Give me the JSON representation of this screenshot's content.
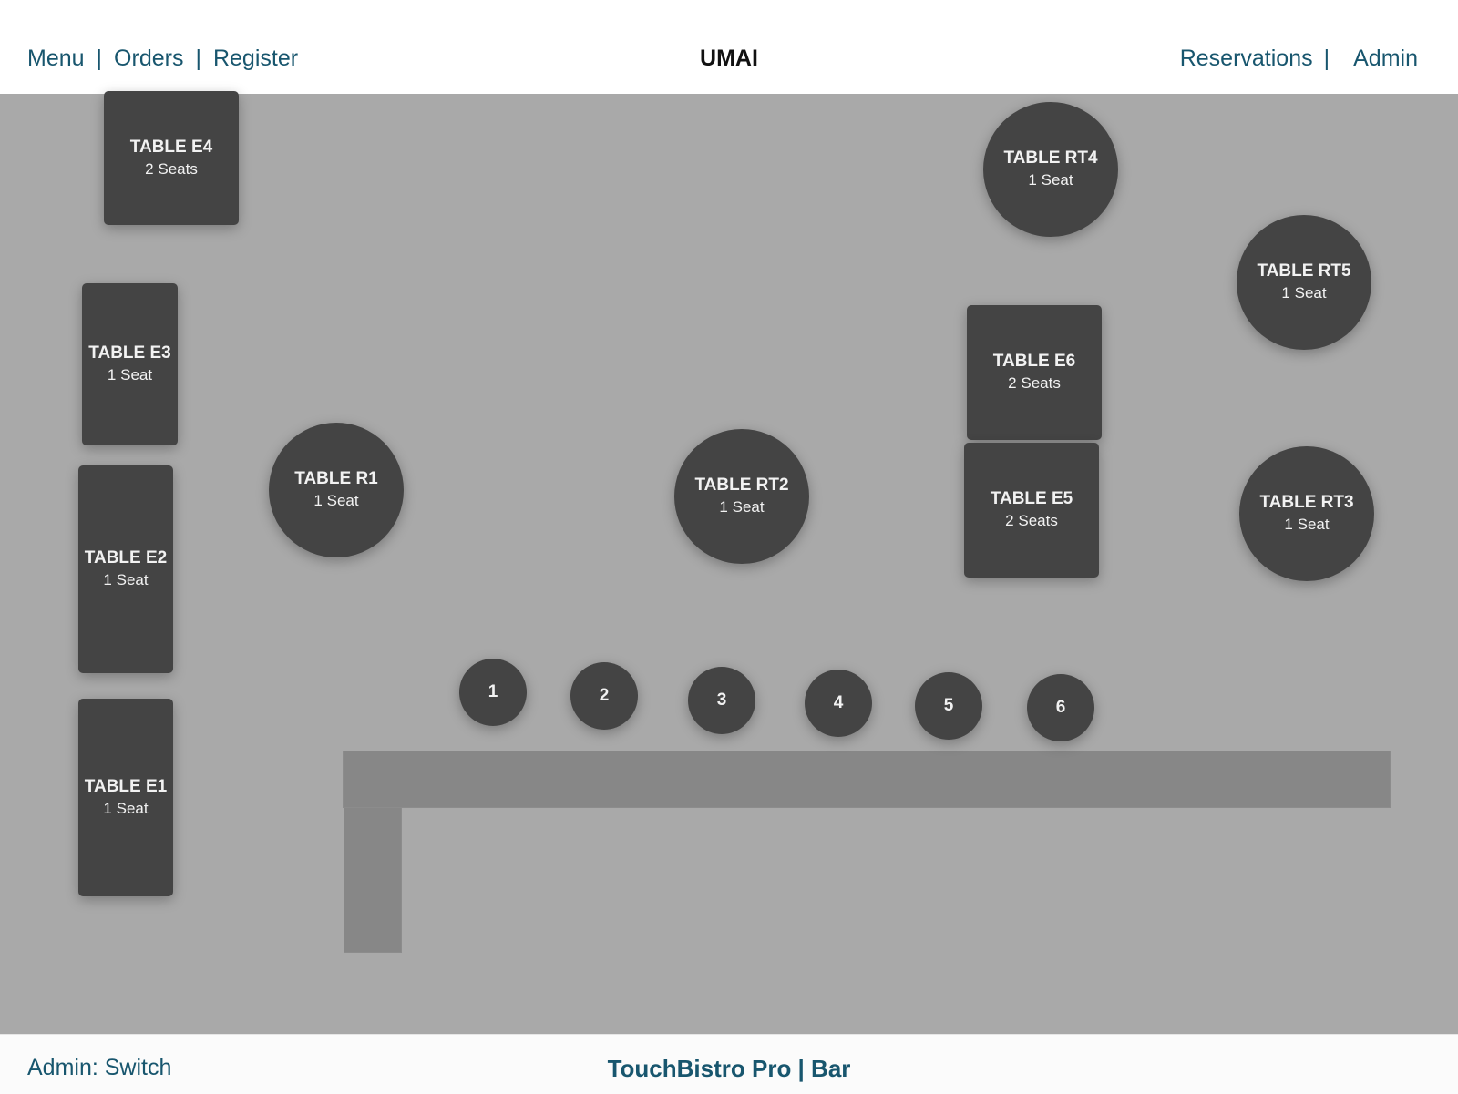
{
  "status": {
    "icon": "battery-charging-icon",
    "color": "#34c759"
  },
  "header": {
    "left_links": [
      "Menu",
      "Orders",
      "Register"
    ],
    "separator": "|",
    "title": "UMAI",
    "right_links": [
      "Reservations",
      "Admin"
    ]
  },
  "floor": {
    "tables": [
      {
        "name": "TABLE E4",
        "seats": "2 Seats",
        "shape": "rect"
      },
      {
        "name": "TABLE E3",
        "seats": "1 Seat",
        "shape": "rect"
      },
      {
        "name": "TABLE E2",
        "seats": "1 Seat",
        "shape": "rect"
      },
      {
        "name": "TABLE E1",
        "seats": "1 Seat",
        "shape": "rect"
      },
      {
        "name": "TABLE R1",
        "seats": "1 Seat",
        "shape": "round"
      },
      {
        "name": "TABLE RT2",
        "seats": "1 Seat",
        "shape": "round"
      },
      {
        "name": "TABLE RT4",
        "seats": "1 Seat",
        "shape": "round"
      },
      {
        "name": "TABLE E6",
        "seats": "2 Seats",
        "shape": "rect"
      },
      {
        "name": "TABLE E5",
        "seats": "2 Seats",
        "shape": "rect"
      },
      {
        "name": "TABLE RT5",
        "seats": "1 Seat",
        "shape": "round"
      },
      {
        "name": "TABLE RT3",
        "seats": "1 Seat",
        "shape": "round"
      }
    ],
    "bar_seats": [
      "1",
      "2",
      "3",
      "4",
      "5",
      "6"
    ],
    "colors": {
      "floor": "#a9a9a9",
      "table": "#444444",
      "bar_counter": "#878787"
    }
  },
  "footer": {
    "left": "Admin: Switch",
    "center": "TouchBistro Pro | Bar"
  },
  "colors": {
    "link": "#18566e"
  }
}
